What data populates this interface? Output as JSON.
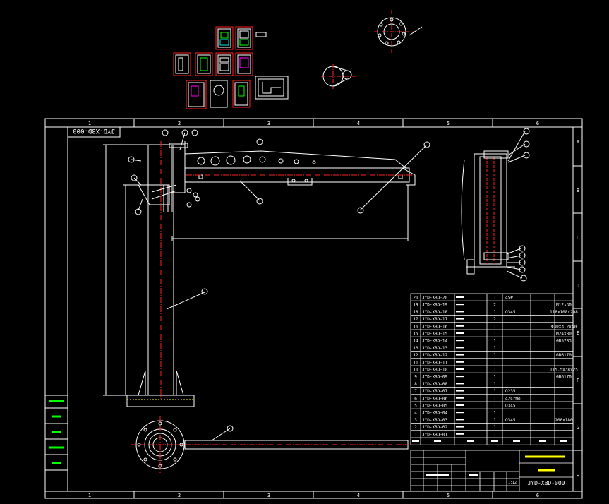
{
  "drawing_code": "JYD-XBD-000",
  "title_code_box": "JYD-XBD-000",
  "column_numbers": [
    "1",
    "2",
    "3",
    "4",
    "5",
    "6"
  ],
  "row_letters": [
    "A",
    "B",
    "C",
    "D",
    "E",
    "F",
    "G",
    "H"
  ],
  "parts_list": [
    {
      "no": "20",
      "code": "JYD-XBD-20",
      "qty": "1",
      "material": "45#",
      "remark": ""
    },
    {
      "no": "19",
      "code": "JYD-XBD-19",
      "qty": "2",
      "material": "",
      "remark": "M12x30"
    },
    {
      "no": "18",
      "code": "JYD-XBD-18",
      "qty": "1",
      "material": "Q345",
      "remark": "118x108x208"
    },
    {
      "no": "17",
      "code": "JYD-XBD-17",
      "qty": "2",
      "material": "",
      "remark": ""
    },
    {
      "no": "16",
      "code": "JYD-XBD-16",
      "qty": "1",
      "material": "",
      "remark": "Φ30x3.2x40"
    },
    {
      "no": "15",
      "code": "JYD-XBD-15",
      "qty": "1",
      "material": "",
      "remark": "M24x80"
    },
    {
      "no": "14",
      "code": "JYD-XBD-14",
      "qty": "1",
      "material": "",
      "remark": "GB5783"
    },
    {
      "no": "13",
      "code": "JYD-XBD-13",
      "qty": "1",
      "material": "",
      "remark": ""
    },
    {
      "no": "12",
      "code": "JYD-XBD-12",
      "qty": "1",
      "material": "",
      "remark": "GB6170"
    },
    {
      "no": "11",
      "code": "JYD-XBD-11",
      "qty": "1",
      "material": "",
      "remark": ""
    },
    {
      "no": "10",
      "code": "JYD-XBD-10",
      "qty": "1",
      "material": "",
      "remark": "115.5x38x25"
    },
    {
      "no": "9",
      "code": "JYD-XBD-09",
      "qty": "1",
      "material": "",
      "remark": "GB6170"
    },
    {
      "no": "8",
      "code": "JYD-XBD-08",
      "qty": "1",
      "material": "",
      "remark": ""
    },
    {
      "no": "7",
      "code": "JYD-XBD-07",
      "qty": "1",
      "material": "Q235",
      "remark": ""
    },
    {
      "no": "6",
      "code": "JYD-XBD-06",
      "qty": "1",
      "material": "42CrMo",
      "remark": ""
    },
    {
      "no": "5",
      "code": "JYD-XBD-05",
      "qty": "1",
      "material": "Q345",
      "remark": ""
    },
    {
      "no": "4",
      "code": "JYD-XBD-04",
      "qty": "1",
      "material": "",
      "remark": ""
    },
    {
      "no": "3",
      "code": "JYD-XBD-03",
      "qty": "1",
      "material": "Q345",
      "remark": "200x180"
    },
    {
      "no": "2",
      "code": "JYD-XBD-02",
      "qty": "1",
      "material": "",
      "remark": ""
    },
    {
      "no": "1",
      "code": "JYD-XBD-01",
      "qty": "1",
      "material": "",
      "remark": ""
    }
  ],
  "scale": "1:12",
  "colors": {
    "background": "#000000",
    "line": "#ffffff",
    "red": "#ff2020",
    "green": "#00ff00",
    "cyan": "#00e5e5",
    "yellow": "#ffff00",
    "magenta": "#ff00ff"
  }
}
